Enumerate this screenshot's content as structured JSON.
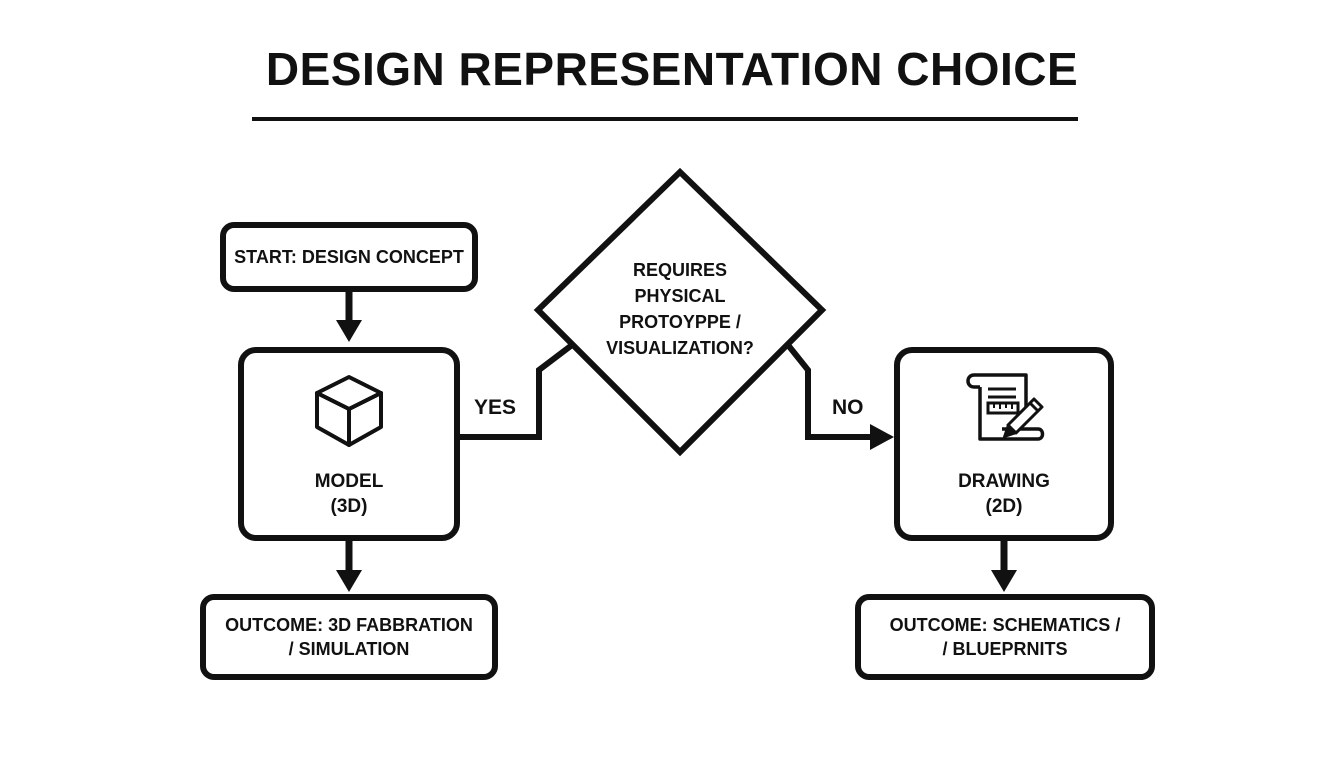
{
  "title": "DESIGN REPRESENTATION CHOICE",
  "nodes": {
    "start": {
      "label": "START: DESIGN CONCEPT"
    },
    "decision": {
      "lines": [
        "REQUIRES",
        "PHYSICAL",
        "PROTOYPPE /",
        "VISUALIZATION?"
      ]
    },
    "model": {
      "title": "MODEL",
      "subtitle": "(3D)",
      "icon": "cube-icon"
    },
    "drawing": {
      "title": "DRAWING",
      "subtitle": "(2D)",
      "icon": "blueprint-scroll-pencil-icon"
    },
    "outcome_3d": {
      "lines": [
        "OUTCOME: 3D FABBRATION",
        "/ SIMULATION"
      ]
    },
    "outcome_2d": {
      "lines": [
        "OUTCOME: SCHEMATICS /",
        "/ BLUEPRNITS"
      ]
    }
  },
  "edges": {
    "yes_label": "YES",
    "no_label": "NO"
  },
  "colors": {
    "ink": "#111111",
    "background": "#ffffff"
  }
}
